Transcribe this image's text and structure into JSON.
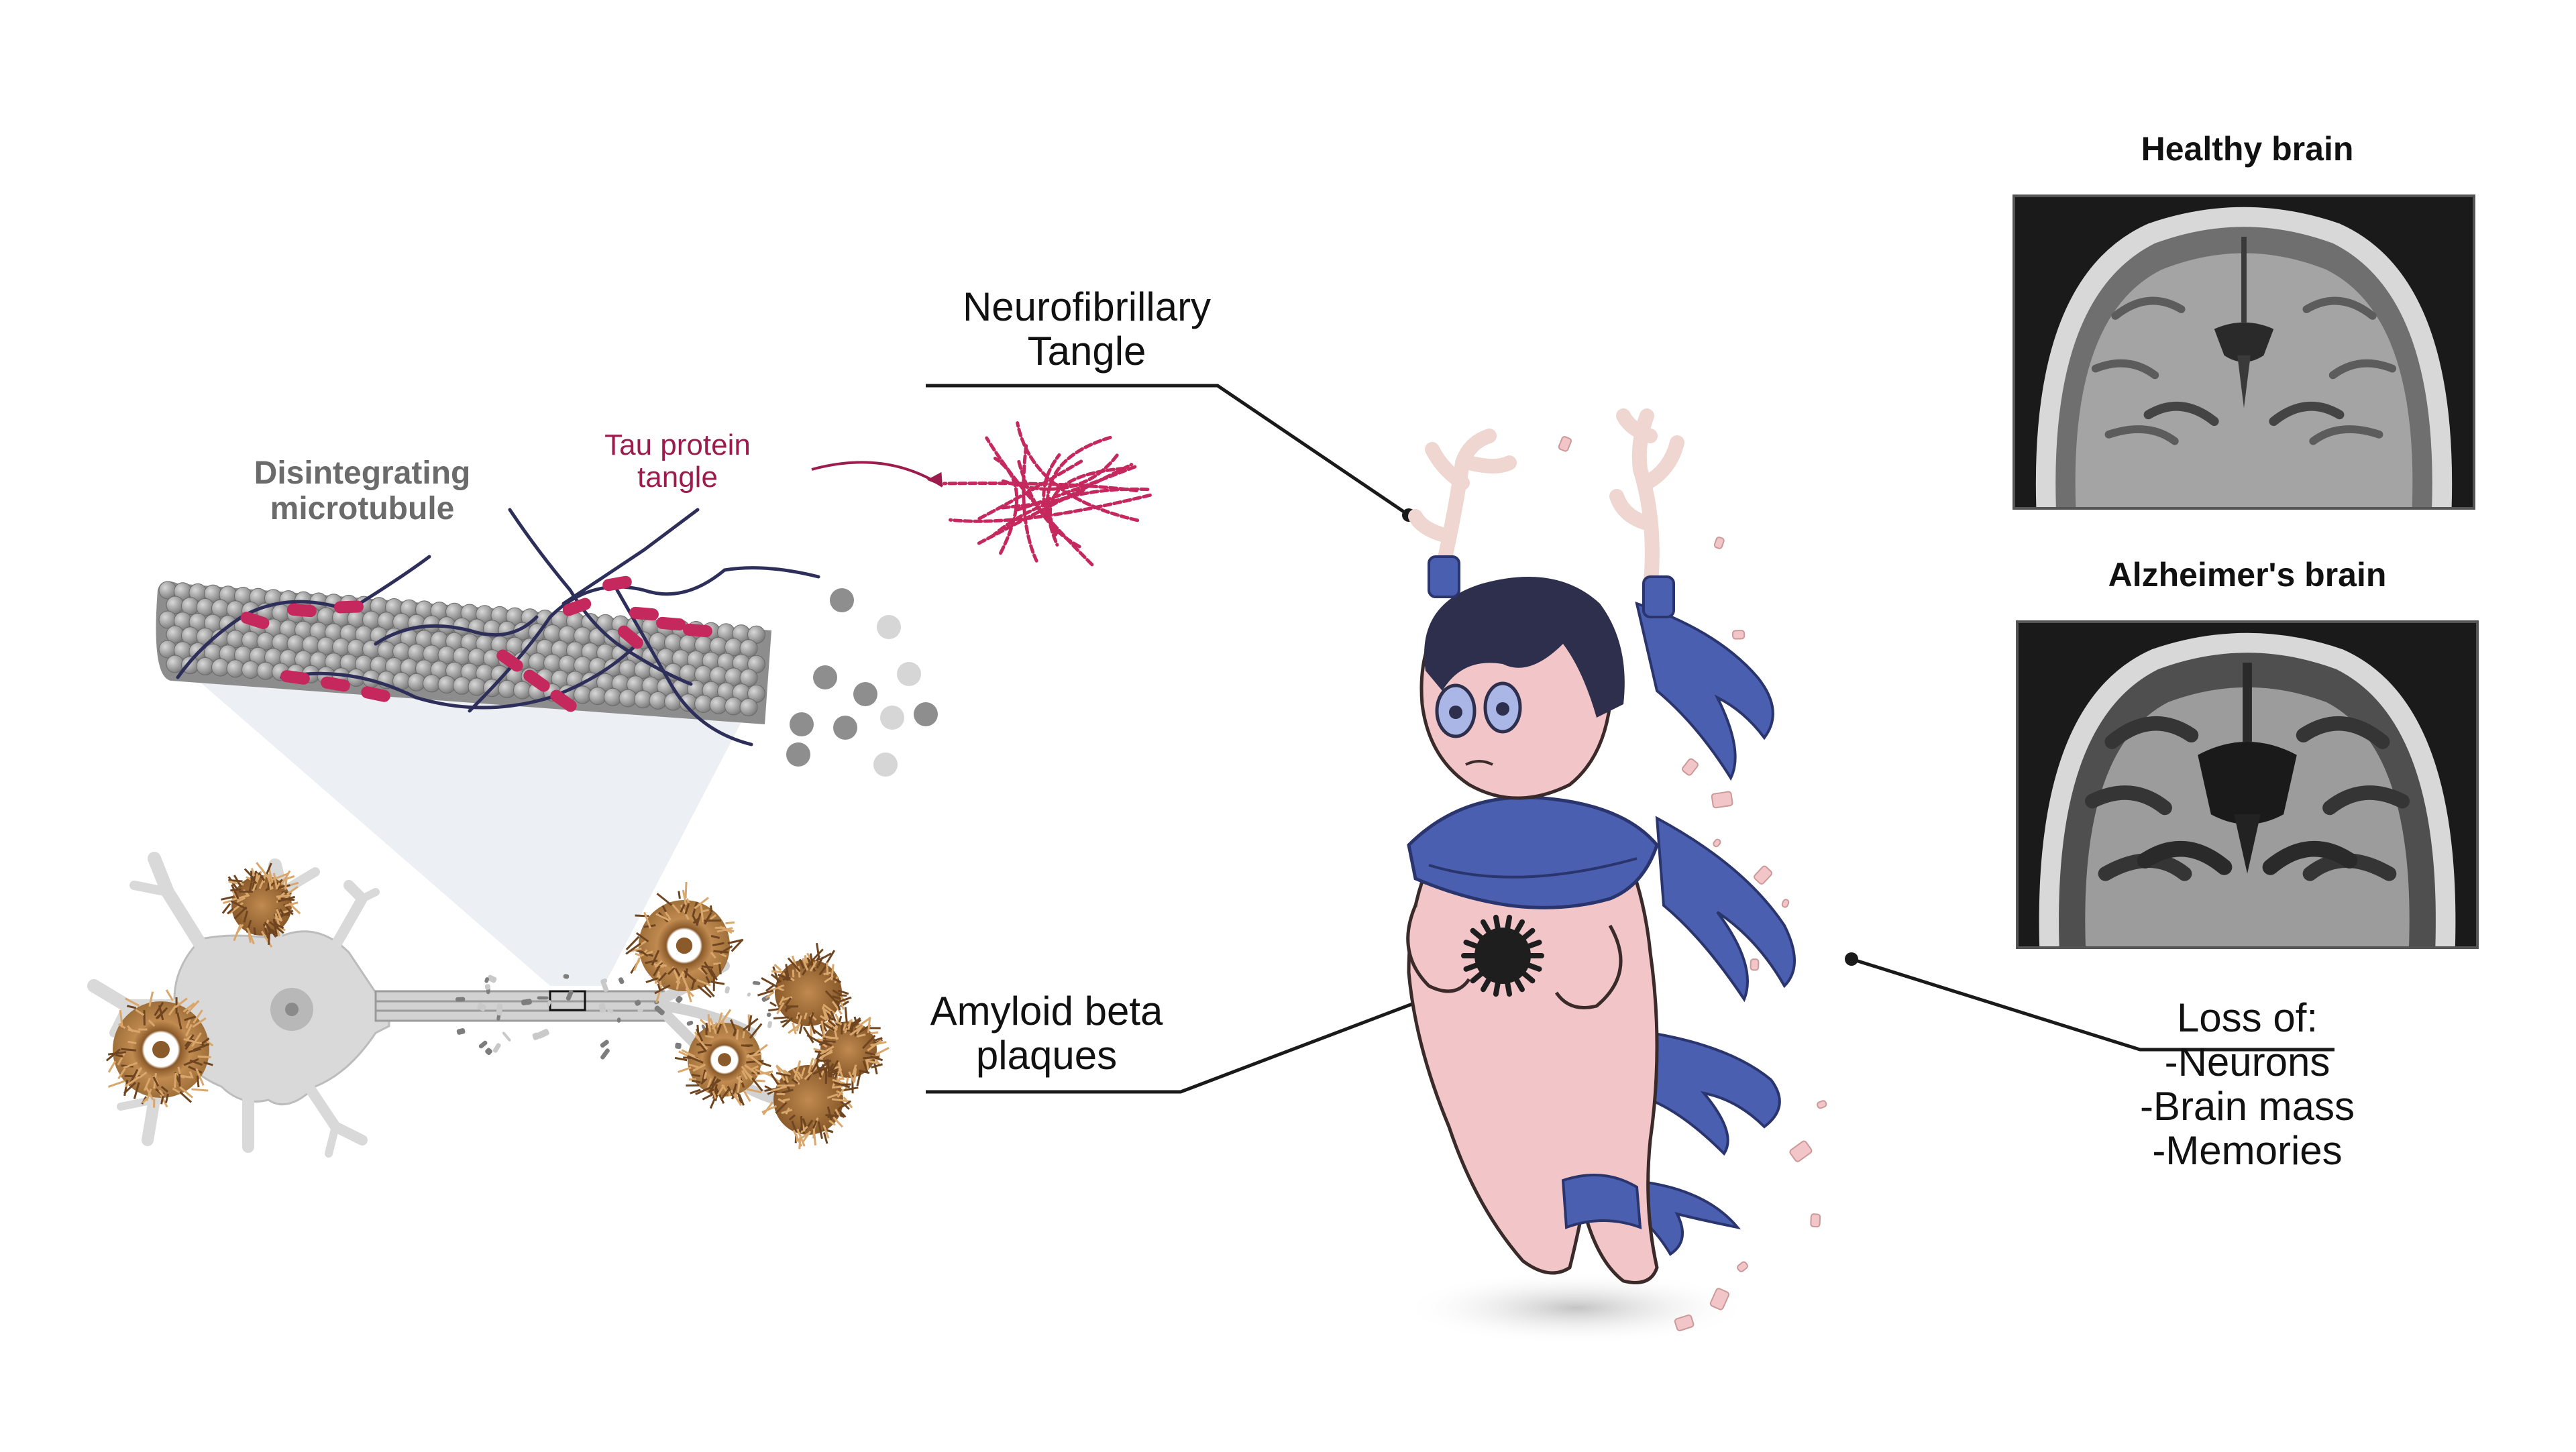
{
  "labels": {
    "disintegrating_microtubule": [
      "Disintegrating",
      "microtubule"
    ],
    "tau_protein_tangle": [
      "Tau protein",
      "tangle"
    ],
    "neurofibrillary_tangle": [
      "Neurofibrillary",
      "Tangle"
    ],
    "amyloid_beta_plaques": [
      "Amyloid beta",
      "plaques"
    ],
    "loss_of": [
      "Loss of:",
      "-Neurons",
      "-Brain mass",
      "-Memories"
    ]
  },
  "brains": {
    "healthy_title": "Healthy brain",
    "alzheimers_title": "Alzheimer's brain"
  },
  "colors": {
    "tau": "#c4285c",
    "tau_text": "#9c1c4d",
    "tubulin": "#9a9a9a",
    "neuron": "#d9d9d9",
    "plaque": "#a0703a",
    "robe": "#4a5fb0",
    "skin": "#f2c6c8",
    "hair": "#2d2f4d",
    "line": "#1a1a1a"
  },
  "icons": [
    "microtubule-icon",
    "tau-tangle-icon",
    "neuron-icon",
    "amyloid-plaque-icon",
    "creature-illustration",
    "mri-brain-icon"
  ]
}
